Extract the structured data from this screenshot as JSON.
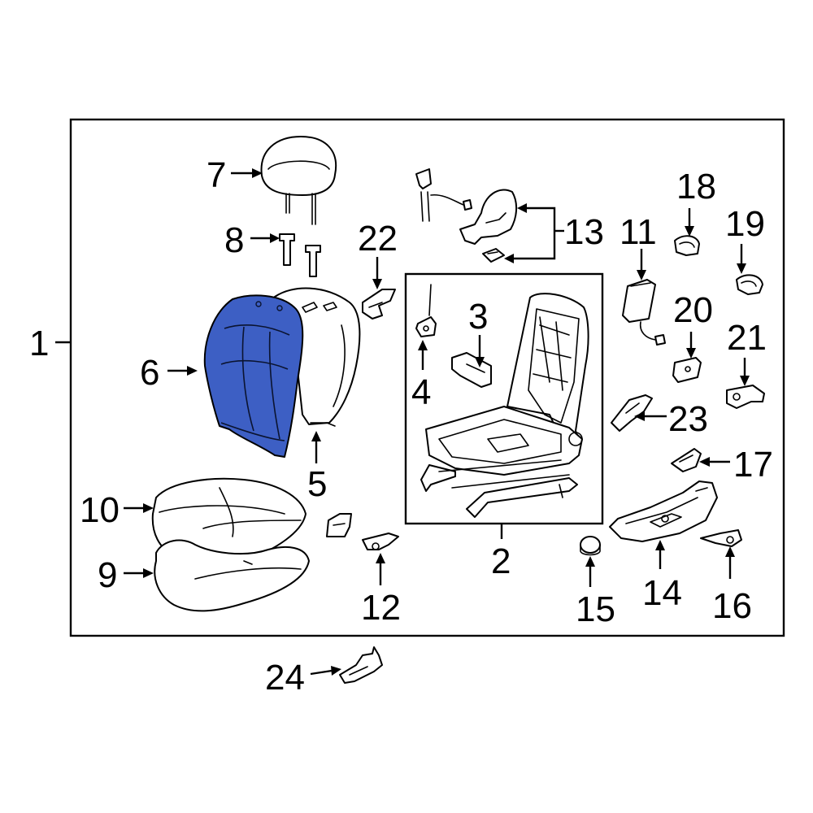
{
  "diagram": {
    "highlight_color": "#3d5fc4",
    "line_color": "#000000",
    "background": "#ffffff",
    "callouts": {
      "c1": "1",
      "c2": "2",
      "c3": "3",
      "c4": "4",
      "c5": "5",
      "c6": "6",
      "c7": "7",
      "c8": "8",
      "c9": "9",
      "c10": "10",
      "c11": "11",
      "c12": "12",
      "c13": "13",
      "c14": "14",
      "c15": "15",
      "c16": "16",
      "c17": "17",
      "c18": "18",
      "c19": "19",
      "c20": "20",
      "c21": "21",
      "c22": "22",
      "c23": "23",
      "c24": "24"
    },
    "highlighted_callout": "6"
  }
}
